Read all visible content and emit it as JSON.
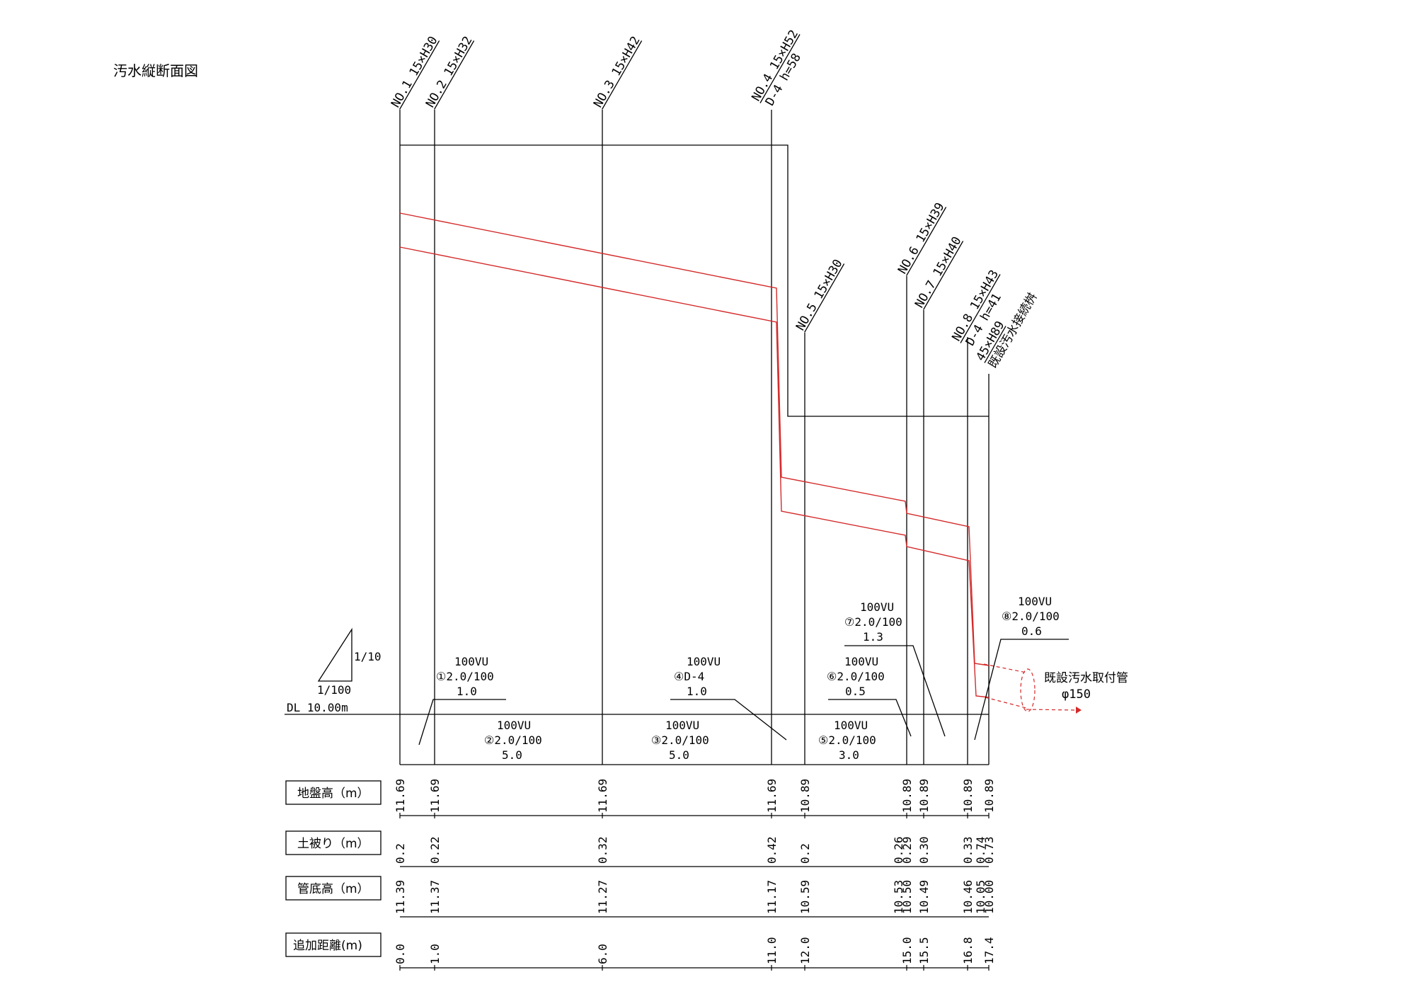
{
  "title": "汚水縦断面図",
  "datum": "DL 10.00m",
  "scale": {
    "vertical": "1/10",
    "horizontal": "1/100"
  },
  "stations": [
    {
      "id": "1",
      "label": "NO.1 15×H30"
    },
    {
      "id": "2",
      "label": "NO.2 15×H32"
    },
    {
      "id": "3",
      "label": "NO.3 15×H42"
    },
    {
      "id": "4",
      "label": "NO.4 15×H52",
      "sub": "D-4  h=58"
    },
    {
      "id": "5",
      "label": "NO.5 15×H30"
    },
    {
      "id": "6",
      "label": "NO.6 15×H39"
    },
    {
      "id": "7",
      "label": "NO.7 15×H40"
    },
    {
      "id": "8",
      "label": "NO.8 15×H43",
      "sub": "D-4  h=41"
    },
    {
      "id": "9",
      "label": "45×H89",
      "sub": "既設汚水接続桝"
    }
  ],
  "sections_upper": [
    {
      "id": "1",
      "lines": [
        "100VU",
        "①2.0/100",
        "1.0"
      ]
    },
    {
      "id": "4",
      "lines": [
        "100VU",
        "④D-4",
        "1.0"
      ]
    },
    {
      "id": "6",
      "lines": [
        "100VU",
        "⑥2.0/100",
        "0.5"
      ]
    },
    {
      "id": "7",
      "lines": [
        "100VU",
        "⑦2.0/100",
        "1.3"
      ]
    },
    {
      "id": "8",
      "lines": [
        "100VU",
        "⑧2.0/100",
        "0.6"
      ]
    }
  ],
  "sections_lower": [
    {
      "id": "2",
      "lines": [
        "100VU",
        "②2.0/100",
        "5.0"
      ]
    },
    {
      "id": "3",
      "lines": [
        "100VU",
        "③2.0/100",
        "5.0"
      ]
    },
    {
      "id": "5",
      "lines": [
        "100VU",
        "⑤2.0/100",
        "3.0"
      ]
    }
  ],
  "existing_pipe": {
    "line1": "既設汚水取付管",
    "line2": "φ150"
  },
  "rows": [
    {
      "label": "地盤高（m）",
      "values": [
        "11.69",
        "11.69",
        "11.69",
        "11.69",
        "10.89",
        "10.89",
        "10.89",
        "10.89",
        "10.89"
      ]
    },
    {
      "label": "土被り（m）",
      "values": [
        "0.2",
        "0.22",
        "0.32",
        "0.42",
        "0.2",
        "0.26",
        "0.29",
        "0.30",
        "0.33",
        "0.74",
        "0.73"
      ]
    },
    {
      "label": "管底高（m）",
      "values": [
        "11.39",
        "11.37",
        "11.27",
        "11.17",
        "10.59",
        "10.53",
        "10.50",
        "10.49",
        "10.46",
        "10.05",
        "10.00"
      ]
    },
    {
      "label": "追加距離(m)",
      "values": [
        "0.0",
        "1.0",
        "6.0",
        "11.0",
        "12.0",
        "15.0",
        "15.5",
        "16.8",
        "17.4"
      ]
    }
  ],
  "colors": {
    "pipe": "#d42a2a",
    "line": "#000000"
  }
}
